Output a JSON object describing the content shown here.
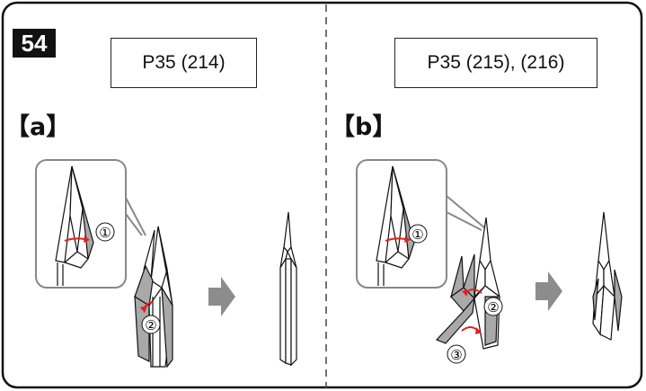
{
  "step": "54",
  "panels": [
    {
      "reference": "P35  (214)",
      "label": "【a】",
      "markers": [
        "①",
        "②"
      ]
    },
    {
      "reference": "P35  (215), (216)",
      "label": "【b】",
      "markers": [
        "①",
        "②",
        "③"
      ]
    }
  ],
  "colors": {
    "ink": "#111111",
    "paper_gray": "#a9a9a9",
    "arrow_red": "#e02020",
    "process_arrow": "#8c8c8c",
    "inset_border": "#888888"
  }
}
